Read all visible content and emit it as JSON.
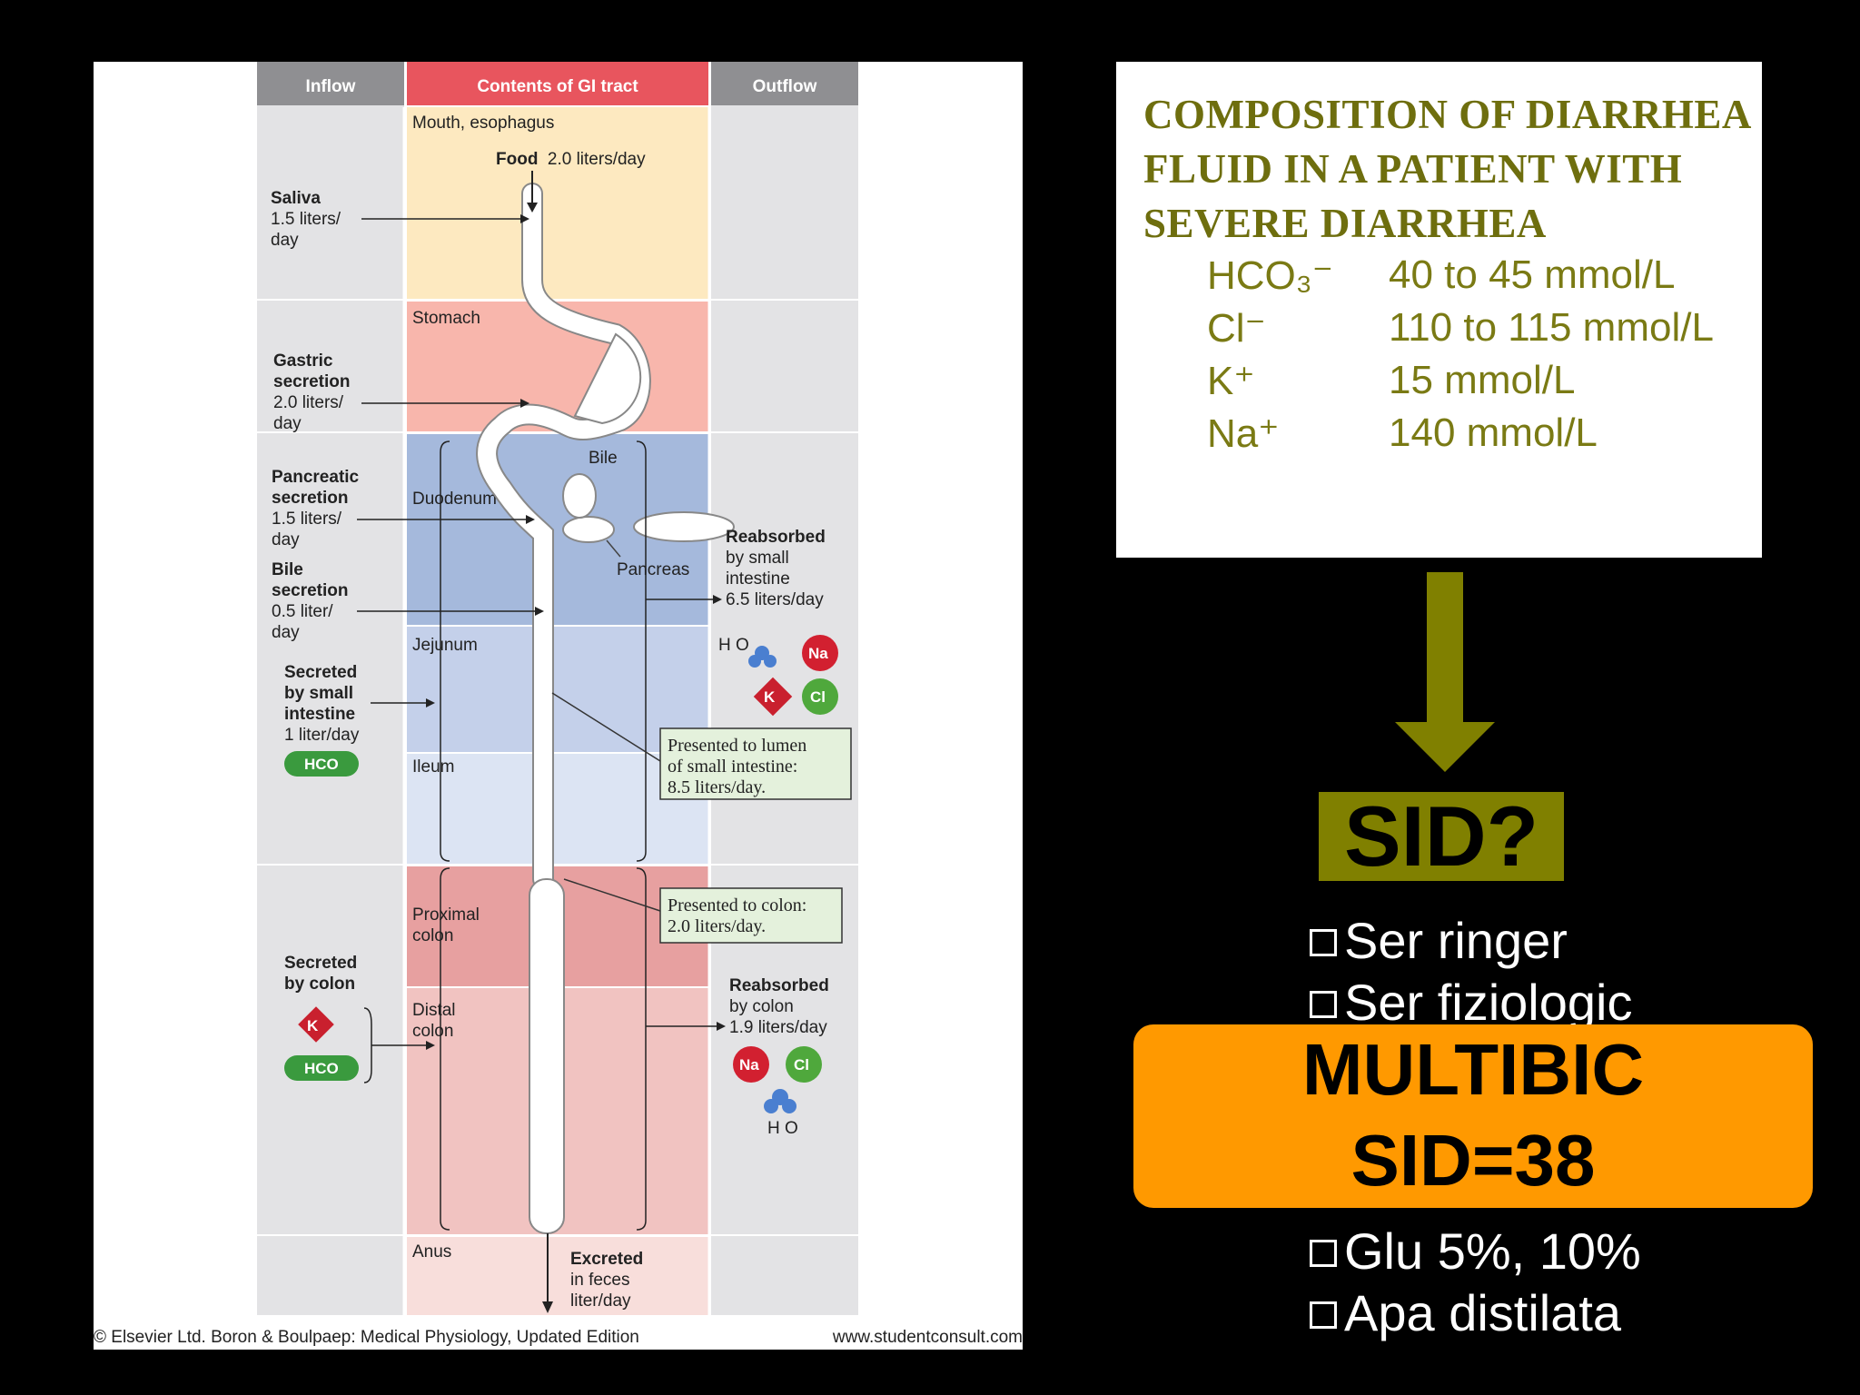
{
  "diagram": {
    "headers": {
      "inflow": "Inflow",
      "contents": "Contents of GI tract",
      "outflow": "Outflow"
    },
    "segments": {
      "mouth": "Mouth, esophagus",
      "stomach": "Stomach",
      "duodenum": "Duodenum",
      "jejunum": "Jejunum",
      "ileum": "Ileum",
      "proximal_colon": [
        "Proximal",
        "colon"
      ],
      "distal_colon": [
        "Distal",
        "colon"
      ],
      "anus": "Anus"
    },
    "organs": {
      "bile": "Bile",
      "pancreas": "Pancreas"
    },
    "food": {
      "label": "Food",
      "amount": "2.0 liters/day"
    },
    "inflow": {
      "saliva": [
        "Saliva",
        "1.5 liters/",
        "day"
      ],
      "gastric": [
        "Gastric",
        "secretion",
        "2.0 liters/",
        "day"
      ],
      "pancreatic": [
        "Pancreatic",
        "secretion",
        "1.5 liters/",
        "day"
      ],
      "bile": [
        "Bile",
        "secretion",
        "0.5 liter/",
        "day"
      ],
      "small_int": [
        "Secreted",
        "by small",
        "intestine",
        "1 liter/day"
      ],
      "colon": [
        "Secreted",
        "by colon"
      ]
    },
    "outflow": {
      "small_int": [
        "Reabsorbed",
        "by small",
        "intestine",
        "6.5 liters/day"
      ],
      "colon": [
        "Reabsorbed",
        "by colon",
        "1.9 liters/day"
      ],
      "excreted": [
        "Excreted",
        "in feces",
        "liter/day"
      ]
    },
    "callouts": {
      "lumen": [
        "Presented to lumen",
        "of small intestine:",
        "8.5 liters/day."
      ],
      "colon": [
        "Presented to colon:",
        "2.0 liters/day."
      ]
    },
    "ions": {
      "na": "Na",
      "k": "K",
      "cl": "Cl",
      "hco3": "HCO",
      "h2o": "H O"
    }
  },
  "credit": {
    "left": "© Elsevier Ltd. Boron & Boulpaep: Medical Physiology, Updated Edition",
    "right": "www.studentconsult.com"
  },
  "composition": {
    "title": [
      "COMPOSITION OF DIARRHEA",
      "FLUID IN A PATIENT WITH",
      "SEVERE DIARRHEA"
    ],
    "rows": [
      {
        "ion": "HCO₃⁻",
        "value": "40 to 45 mmol/L"
      },
      {
        "ion": "Cl⁻",
        "value": "110 to 115 mmol/L"
      },
      {
        "ion": "K⁺",
        "value": "15 mmol/L"
      },
      {
        "ion": "Na⁺",
        "value": "140 mmol/L"
      }
    ]
  },
  "sid_question": "SID?",
  "options": [
    "Ser ringer",
    "Ser fiziologic",
    "Glu 5%, 10%",
    "Apa distilata"
  ],
  "multibic": {
    "line1": "MULTIBIC",
    "line2": "SID=38"
  },
  "colors": {
    "olive": "#808000",
    "orange": "#ff9900",
    "title_olive": "#6e6e0e"
  }
}
